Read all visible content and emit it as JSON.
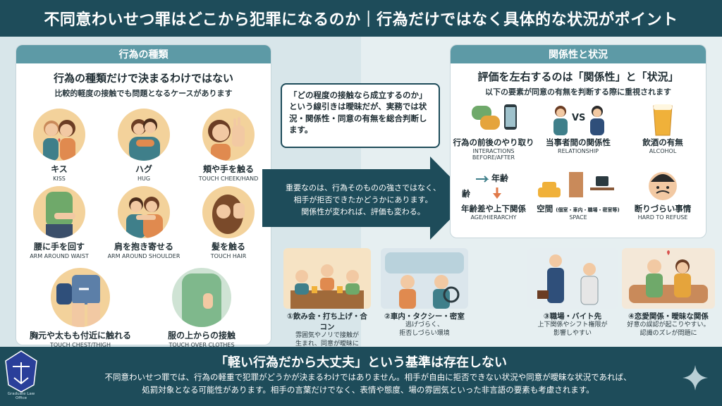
{
  "header": {
    "title": "不同意わいせつ罪はどこから犯罪になるのか｜行為だけではなく具体的な状況がポイント"
  },
  "left_panel": {
    "heading": "行為の種類",
    "title": "行為の種類だけで決まるわけではない",
    "subtitle": "比較的軽度の接触でも問題となるケースがあります",
    "acts": [
      {
        "jp": "キス",
        "en": "KISS"
      },
      {
        "jp": "ハグ",
        "en": "HUG"
      },
      {
        "jp": "頬や手を触る",
        "en": "TOUCH CHEEK/HAND"
      },
      {
        "jp": "腰に手を回す",
        "en": "ARM AROUND WAIST"
      },
      {
        "jp": "肩を抱き寄せる",
        "en": "ARM AROUND SHOULDER"
      },
      {
        "jp": "髪を触る",
        "en": "TOUCH HAIR"
      },
      {
        "jp": "胸元や太もも付近に触れる",
        "en": "TOUCH CHEST/THIGH"
      },
      {
        "jp": "服の上からの接触",
        "en": "TOUCH OVER CLOTHES"
      }
    ]
  },
  "callout": {
    "text": "「どの程度の接触なら成立するのか」という線引きは曖昧だが、実務では状況・関係性・同意の有無を総合判断します。"
  },
  "arrow": {
    "line1": "重要なのは、行為そのものの強さではなく、",
    "line2": "相手が拒否できたかどうかにあります。",
    "line3": "関係性が変われば、評価も変わる。"
  },
  "right_panel": {
    "heading": "関係性と状況",
    "title": "評価を左右するのは「関係性」と「状況」",
    "subtitle": "以下の要素が同意の有無を判断する際に重視されます",
    "vs_label": "VS",
    "age_label_high": "年齢",
    "age_label_low": "齢",
    "factors": [
      {
        "jp": "行為の前後のやり取り",
        "en": "INTERACTIONS BEFORE/AFTER"
      },
      {
        "jp": "当事者間の関係性",
        "en": "RELATIONSHIP"
      },
      {
        "jp": "飲酒の有無",
        "en": "ALCOHOL"
      },
      {
        "jp": "年齢差や上下関係",
        "en": "AGE/HIERARCHY"
      },
      {
        "jp": "空間",
        "jp_small": "(個室・車内・職場・密室等)",
        "en": "SPACE"
      },
      {
        "jp": "断りづらい事情",
        "en": "HARD TO REFUSE"
      }
    ]
  },
  "scenes": [
    {
      "title": "①飲み会・打ち上げ・合コン",
      "desc1": "雰囲気やノリで接触が",
      "desc2": "生まれ、同意が曖昧に"
    },
    {
      "title": "②車内・タクシー・密室",
      "desc1": "逃げづらく、",
      "desc2": "拒否しづらい環境"
    },
    {
      "title": "③職場・バイト先",
      "desc1": "上下関係やシフト権限が",
      "desc2": "影響しやすい"
    },
    {
      "title": "④恋愛関係・曖昧な関係",
      "desc1": "好意の誤認が起こりやすい。",
      "desc2": "認識のズレが問題に"
    }
  ],
  "footer": {
    "title": "「軽い行為だから大丈夫」という基準は存在しない",
    "line1": "不同意わいせつ罪では、行為の軽重で犯罪がどうかが決まるわけではありません。相手が自由に拒否できない状況や同意が曖昧な状況であれば、",
    "line2": "処罰対象となる可能性があります。相手の言葉だけでなく、表情や態度、場の雰囲気といった非言語の要素も考慮されます。",
    "logo_text": "Graduate Law Office"
  },
  "colors": {
    "navy": "#1e4c5a",
    "teal": "#5d9aa6",
    "skin": "#f3d29b"
  }
}
